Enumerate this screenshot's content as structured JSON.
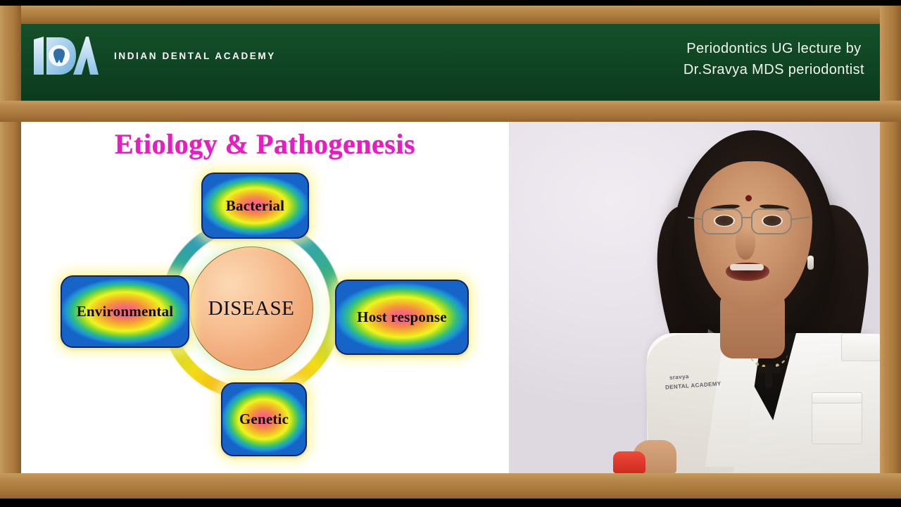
{
  "header": {
    "logo": {
      "mark_alt": "IDA monogram with tooth",
      "text": "INDIAN DENTAL ACADEMY"
    },
    "credit": {
      "line1": "Periodontics UG lecture by",
      "line2": "Dr.Sravya  MDS periodontist"
    },
    "board_color": "#0f4423",
    "frame_color": "#b98a4d"
  },
  "slide": {
    "title": "Etiology & Pathogenesis",
    "title_color": "#e61ec0",
    "center": {
      "label": "DISEASE",
      "fill": "#f3b184"
    },
    "nodes": [
      {
        "id": "bacterial",
        "label": "Bacterial"
      },
      {
        "id": "environmental",
        "label": "Environmental"
      },
      {
        "id": "host",
        "label": "Host response"
      },
      {
        "id": "genetic",
        "label": "Genetic"
      }
    ],
    "ring": {
      "description": "rainbow gradient ring connecting the four factors",
      "colors": [
        "#2f7fd0",
        "#36ad8e",
        "#b4d431",
        "#f2dc17",
        "#f08a14"
      ]
    }
  },
  "video": {
    "presenter": "female presenter in white lab coat with glasses",
    "coat_embroidery_line1": "sravya",
    "coat_embroidery_line2": "DENTAL ACADEMY"
  }
}
